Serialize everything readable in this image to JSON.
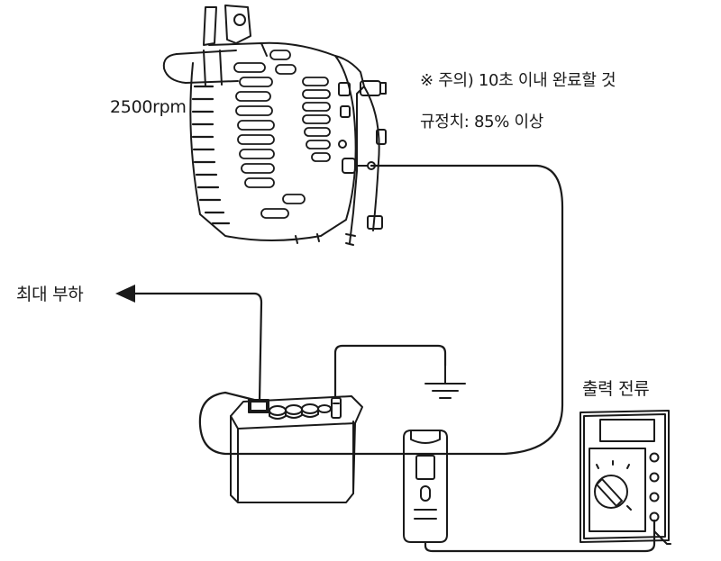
{
  "labels": {
    "rpm": "2500rpm",
    "note": "※ 주의) 10초 이내 완료할 것",
    "spec": "규정치: 85% 이상",
    "max_load": "최대 부하",
    "output_current": "출력 전류"
  },
  "colors": {
    "ink": "#1a1a1a",
    "background": "#ffffff"
  }
}
